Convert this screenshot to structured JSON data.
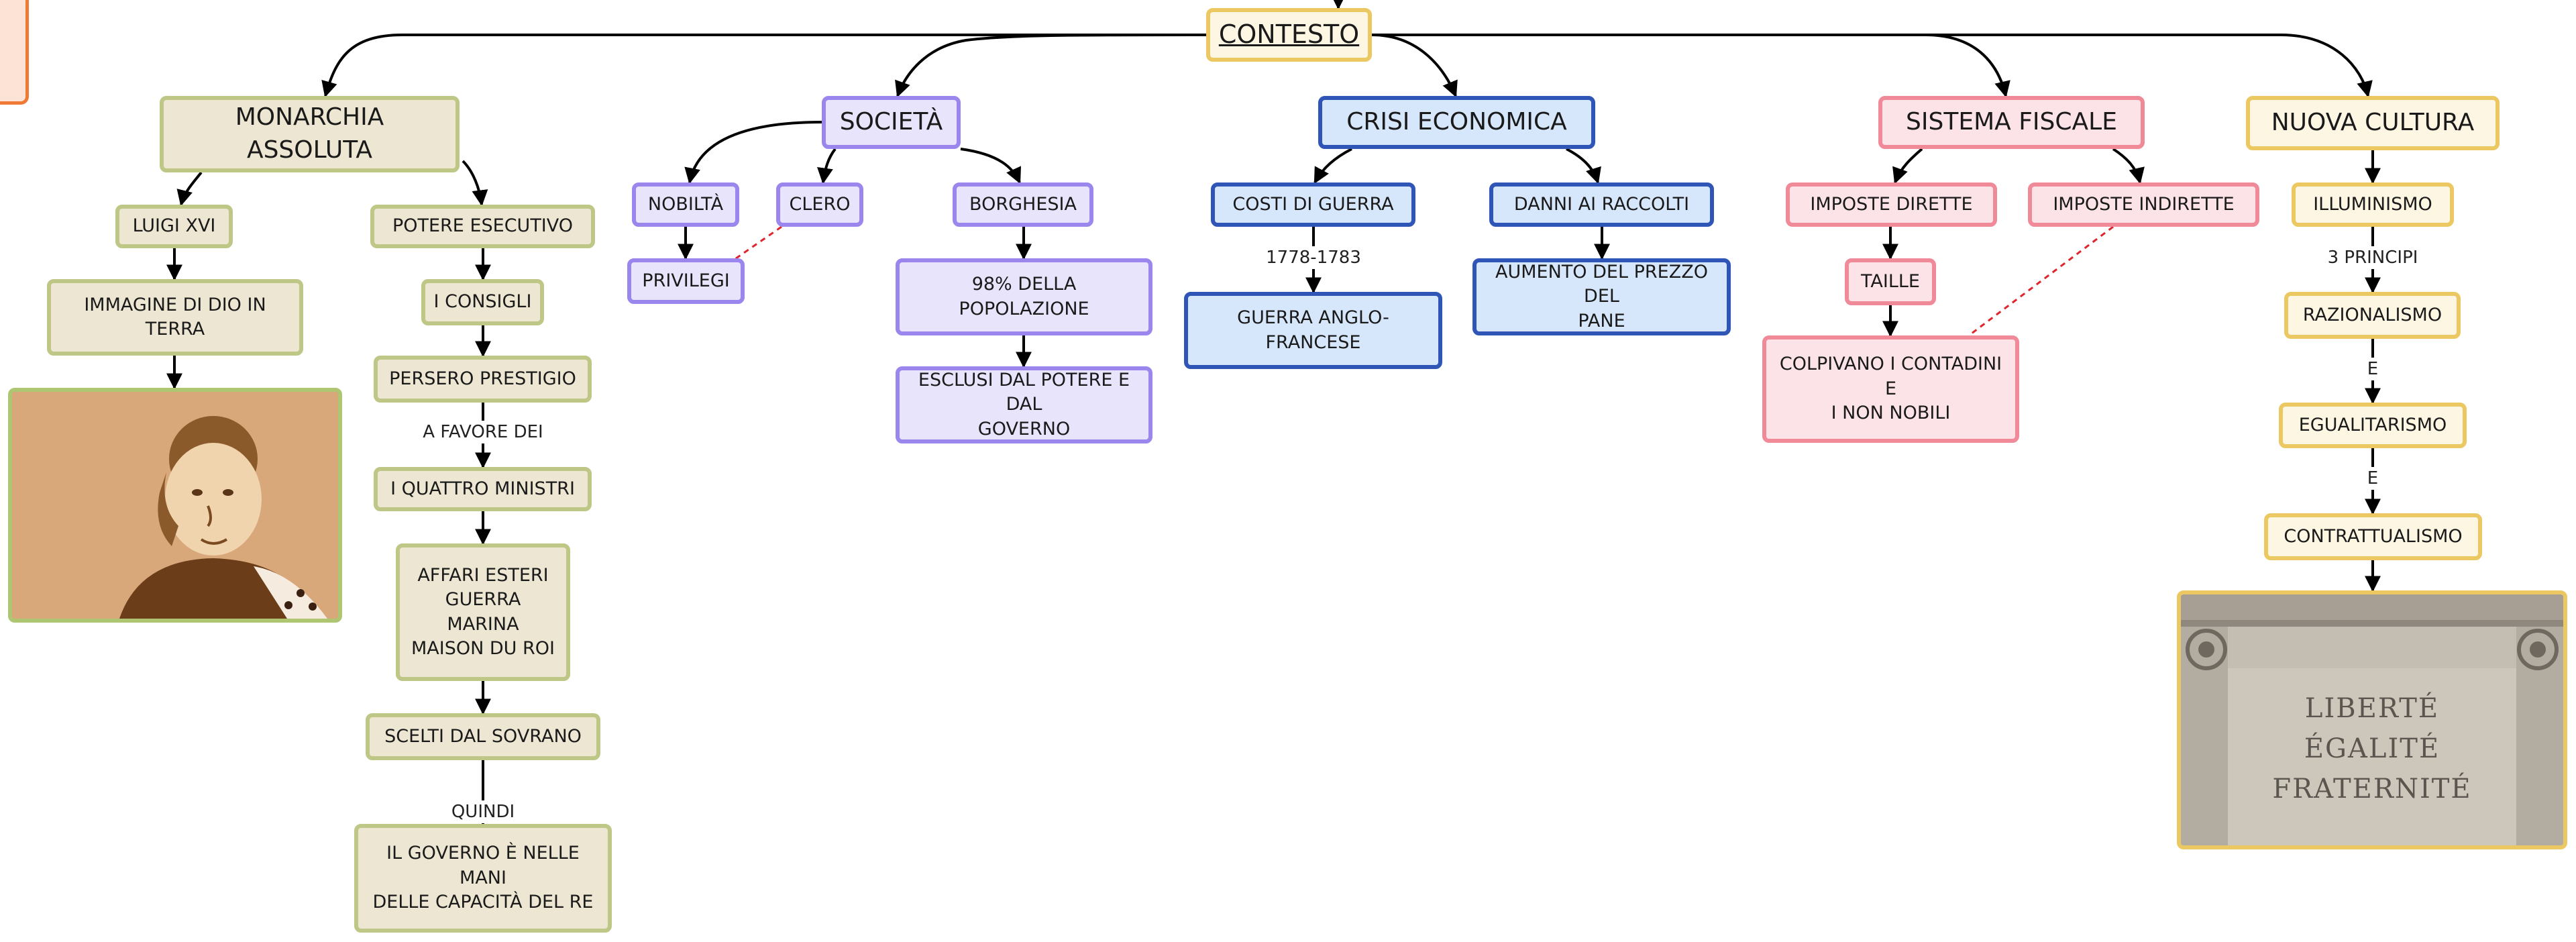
{
  "root": "CONTESTO",
  "branches": {
    "monarchia": {
      "title": "MONARCHIA ASSOLUTA",
      "luigi": "LUIGI XVI",
      "immagine": "IMMAGINE DI DIO IN\nTERRA",
      "potere": "POTERE ESECUTIVO",
      "consigli": "I CONSIGLI",
      "persero": "PERSERO PRESTIGIO",
      "label_favore": "A FAVORE DEI",
      "ministri": "I QUATTRO MINISTRI",
      "affari": "AFFARI ESTERI\nGUERRA\nMARINA\nMAISON DU ROI",
      "scelti": "SCELTI DAL SOVRANO",
      "label_quindi": "QUINDI",
      "governo": "IL GOVERNO È NELLE MANI\nDELLE CAPACITÀ DEL RE"
    },
    "societa": {
      "title": "SOCIETÀ",
      "nobilta": "NOBILTÀ",
      "clero": "CLERO",
      "borghesia": "BORGHESIA",
      "privilegi": "PRIVILEGI",
      "popolazione": "98% DELLA POPOLAZIONE",
      "esclusi": "ESCLUSI DAL POTERE E DAL\nGOVERNO"
    },
    "crisi": {
      "title": "CRISI ECONOMICA",
      "costi": "COSTI DI GUERRA",
      "label_anni": "1778-1783",
      "guerra": "GUERRA ANGLO-FRANCESE",
      "danni": "DANNI AI RACCOLTI",
      "aumento": "AUMENTO DEL PREZZO DEL\nPANE"
    },
    "fiscale": {
      "title": "SISTEMA FISCALE",
      "dirette": "IMPOSTE DIRETTE",
      "indirette": "IMPOSTE INDIRETTE",
      "taille": "TAILLE",
      "colpivano": "COLPIVANO I CONTADINI E\nI NON NOBILI"
    },
    "cultura": {
      "title": "NUOVA CULTURA",
      "illuminismo": "ILLUMINISMO",
      "label_principi": "3 PRINCIPI",
      "razionalismo": "RAZIONALISMO",
      "label_e1": "E",
      "egualitarismo": "EGUALITARISMO",
      "label_e2": "E",
      "contrattualismo": "CONTRATTUALISMO"
    }
  },
  "images": {
    "portrait": "portrait-of-louis-xvi",
    "motto": [
      "LIBERTÉ",
      "ÉGALITÉ",
      "FRATERNITÉ"
    ]
  },
  "colors": {
    "monarchia": "#bfc786",
    "societa": "#9a86ec",
    "crisi": "#2f55b7",
    "fiscale": "#f08a98",
    "cultura": "#ecc862",
    "dashed_link": "#e0242c"
  }
}
